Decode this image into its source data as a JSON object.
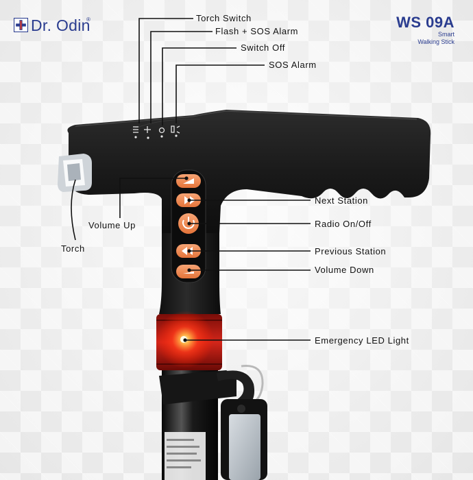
{
  "brand": {
    "name": "Dr. Odin",
    "reg": "®"
  },
  "product": {
    "model": "WS 09A",
    "line1": "Smart",
    "line2": "Walking Stick"
  },
  "labels": {
    "torch_switch": "Torch Switch",
    "flash_sos": "Flash + SOS Alarm",
    "switch_off": "Switch Off",
    "sos_alarm": "SOS Alarm",
    "next_station": "Next Station",
    "volume_up": "Volume Up",
    "radio": "Radio On/Off",
    "torch": "Torch",
    "previous_station": "Previous Station",
    "volume_down": "Volume Down",
    "emergency_led": "Emergency LED Light"
  },
  "colors": {
    "brand": "#2a3c8f",
    "button": "#f0894f",
    "handle": "#1b1b1b",
    "led": "#e0281c"
  }
}
